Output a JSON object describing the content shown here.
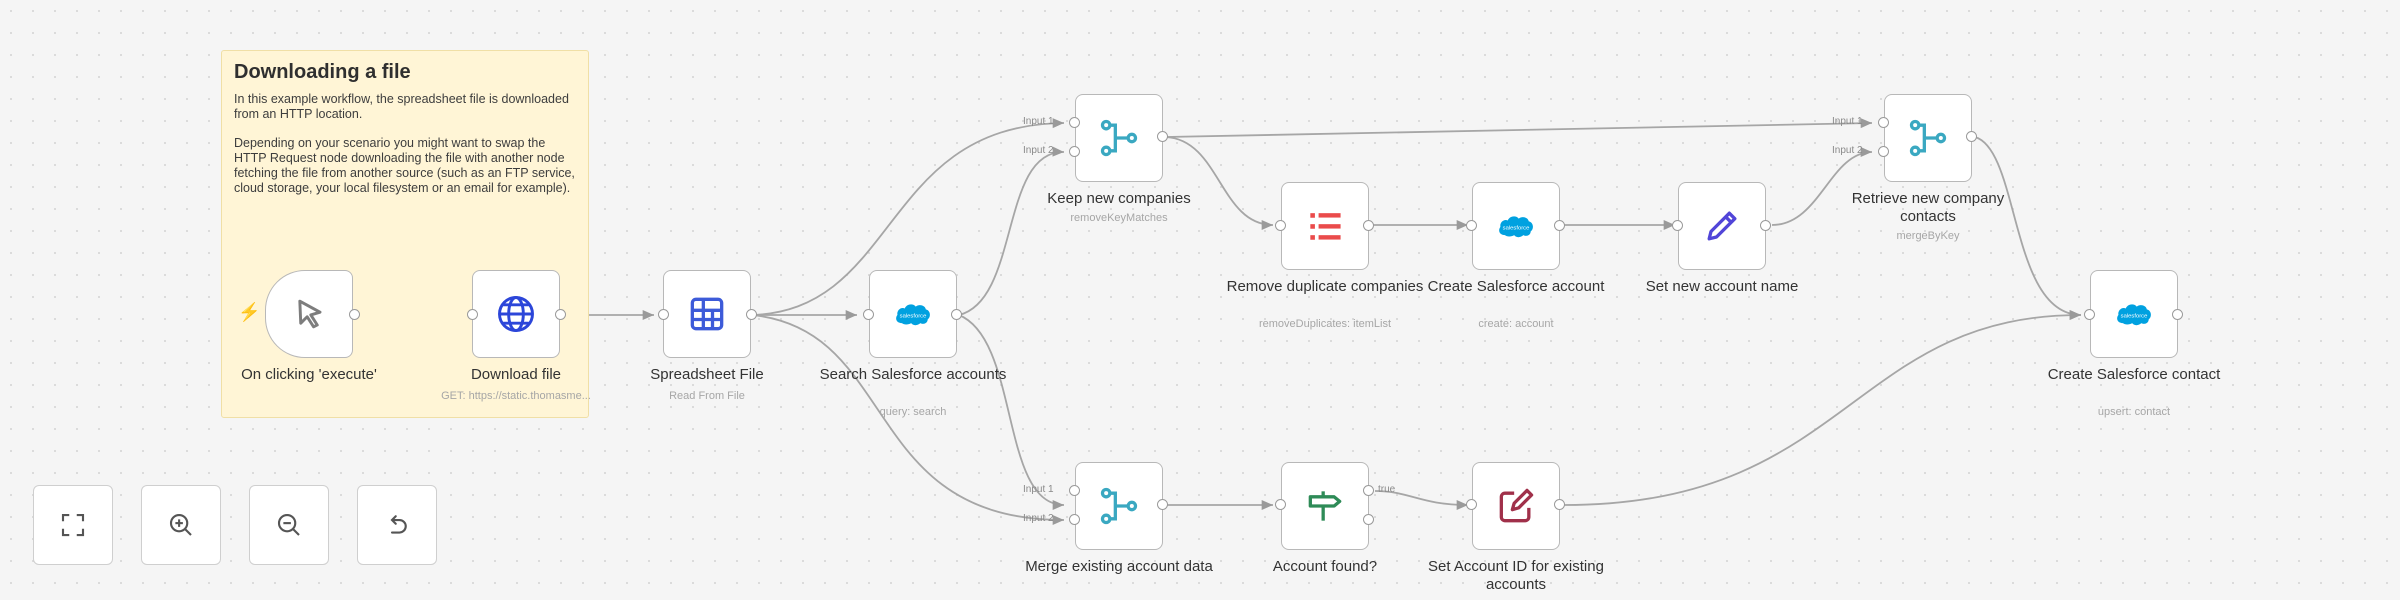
{
  "sticky_note": {
    "title": "Downloading a file",
    "paragraph_1": "In this example workflow, the spreadsheet file is downloaded from an HTTP location.",
    "paragraph_2": "Depending on your scenario you might want to swap the HTTP Request node downloading the file with another node fetching the file from another source (such as an FTP service, cloud storage, your local filesystem or an email for example)."
  },
  "nodes": {
    "on_clicking_execute": {
      "title": "On clicking 'execute'",
      "icon": "cursor-click-icon"
    },
    "download_file": {
      "title": "Download file",
      "subtitle": "GET: https://static.thomasme...",
      "icon": "globe-icon"
    },
    "spreadsheet_file": {
      "title": "Spreadsheet File",
      "subtitle": "Read From File",
      "icon": "table-icon"
    },
    "search_salesforce": {
      "title": "Search Salesforce accounts",
      "subtitle": "query: search",
      "icon": "salesforce-icon"
    },
    "keep_new_companies": {
      "title": "Keep new companies",
      "subtitle": "removeKeyMatches",
      "icon": "merge-icon",
      "input_1": "Input 1",
      "input_2": "Input 2"
    },
    "remove_duplicate": {
      "title": "Remove duplicate companies",
      "subtitle": "removeDuplicates: itemList",
      "icon": "list-icon"
    },
    "create_sf_account": {
      "title": "Create Salesforce account",
      "subtitle": "create: account",
      "icon": "salesforce-icon"
    },
    "set_new_account_name": {
      "title": "Set new account name",
      "icon": "pen-icon"
    },
    "retrieve_contacts": {
      "title": "Retrieve new company contacts",
      "subtitle": "mergeByKey",
      "icon": "merge-icon",
      "input_1": "Input 1",
      "input_2": "Input 2"
    },
    "create_sf_contact": {
      "title": "Create Salesforce contact",
      "subtitle": "upsert: contact",
      "icon": "salesforce-icon"
    },
    "merge_existing": {
      "title": "Merge existing account data",
      "icon": "merge-icon",
      "input_1": "Input 1",
      "input_2": "Input 2"
    },
    "account_found": {
      "title": "Account found?",
      "icon": "signpost-icon",
      "output_true": "true"
    },
    "set_account_id": {
      "title": "Set Account ID for existing accounts",
      "icon": "edit-icon"
    }
  },
  "controls": {
    "fit_view": "fullscreen-icon",
    "zoom_in": "zoom-in-icon",
    "zoom_out": "zoom-out-icon",
    "reset": "undo-icon"
  },
  "colors": {
    "salesforce": "#00a1e0",
    "merge": "#3aa8c1",
    "globe": "#2c46d9",
    "table": "#3d5bd9",
    "list": "#ea4b4b",
    "pen": "#5145d8",
    "signpost": "#2e8b57",
    "edit": "#a0304a",
    "trigger_bolt": "#ff6d5a"
  }
}
